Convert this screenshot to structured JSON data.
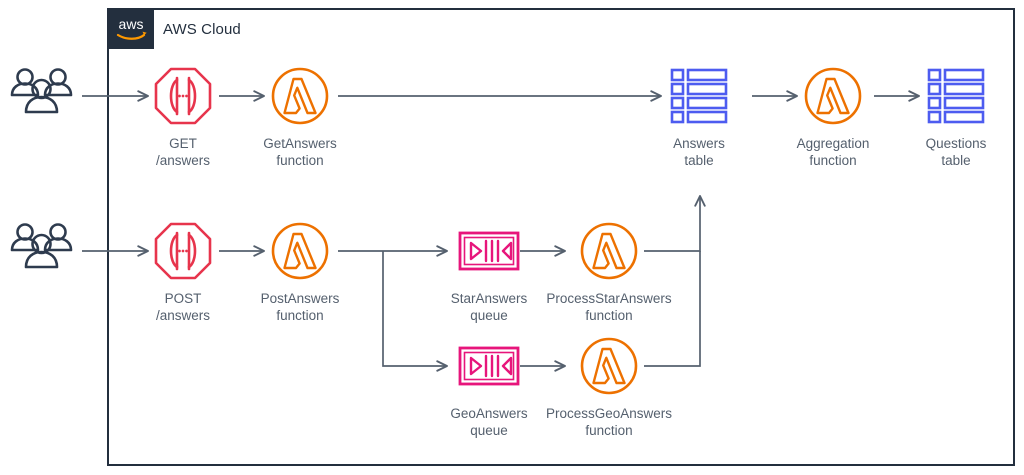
{
  "cloud": {
    "title": "AWS Cloud",
    "logo_icon": "aws-logo-icon",
    "border_color": "#232f3e"
  },
  "colors": {
    "apigateway": "#e7344c",
    "lambda": "#ed7100",
    "dynamodb": "#4d5cf0",
    "sqs": "#e7157b",
    "line": "#55606e",
    "text": "#55606e",
    "navy": "#232f3e"
  },
  "actors": [
    {
      "id": "users-top",
      "icon": "users-icon",
      "label": ""
    },
    {
      "id": "users-bottom",
      "icon": "users-icon",
      "label": ""
    }
  ],
  "nodes": [
    {
      "id": "get-answers-api",
      "icon": "api-gateway-icon",
      "label": "GET\n/answers",
      "service": "API Gateway"
    },
    {
      "id": "getanswers-function",
      "icon": "lambda-icon",
      "label": "GetAnswers\nfunction",
      "service": "Lambda"
    },
    {
      "id": "answers-table",
      "icon": "dynamodb-icon",
      "label": "Answers\ntable",
      "service": "DynamoDB"
    },
    {
      "id": "aggregation-function",
      "icon": "lambda-icon",
      "label": "Aggregation\nfunction",
      "service": "Lambda"
    },
    {
      "id": "questions-table",
      "icon": "dynamodb-icon",
      "label": "Questions\ntable",
      "service": "DynamoDB"
    },
    {
      "id": "post-answers-api",
      "icon": "api-gateway-icon",
      "label": "POST\n/answers",
      "service": "API Gateway"
    },
    {
      "id": "postanswers-function",
      "icon": "lambda-icon",
      "label": "PostAnswers\nfunction",
      "service": "Lambda"
    },
    {
      "id": "staranswers-queue",
      "icon": "sqs-queue-icon",
      "label": "StarAnswers\nqueue",
      "service": "SQS"
    },
    {
      "id": "processstar-function",
      "icon": "lambda-icon",
      "label": "ProcessStarAnswers\nfunction",
      "service": "Lambda"
    },
    {
      "id": "geoanswers-queue",
      "icon": "sqs-queue-icon",
      "label": "GeoAnswers\nqueue",
      "service": "SQS"
    },
    {
      "id": "processgeo-function",
      "icon": "lambda-icon",
      "label": "ProcessGeoAnswers\nfunction",
      "service": "Lambda"
    }
  ],
  "edges": [
    {
      "from": "users-top",
      "to": "get-answers-api"
    },
    {
      "from": "get-answers-api",
      "to": "getanswers-function"
    },
    {
      "from": "getanswers-function",
      "to": "answers-table"
    },
    {
      "from": "answers-table",
      "to": "aggregation-function"
    },
    {
      "from": "aggregation-function",
      "to": "questions-table"
    },
    {
      "from": "users-bottom",
      "to": "post-answers-api"
    },
    {
      "from": "post-answers-api",
      "to": "postanswers-function"
    },
    {
      "from": "postanswers-function",
      "to": "staranswers-queue"
    },
    {
      "from": "postanswers-function",
      "to": "geoanswers-queue"
    },
    {
      "from": "staranswers-queue",
      "to": "processstar-function"
    },
    {
      "from": "geoanswers-queue",
      "to": "processgeo-function"
    },
    {
      "from": "processstar-function",
      "to": "answers-table"
    },
    {
      "from": "processgeo-function",
      "to": "answers-table"
    }
  ]
}
